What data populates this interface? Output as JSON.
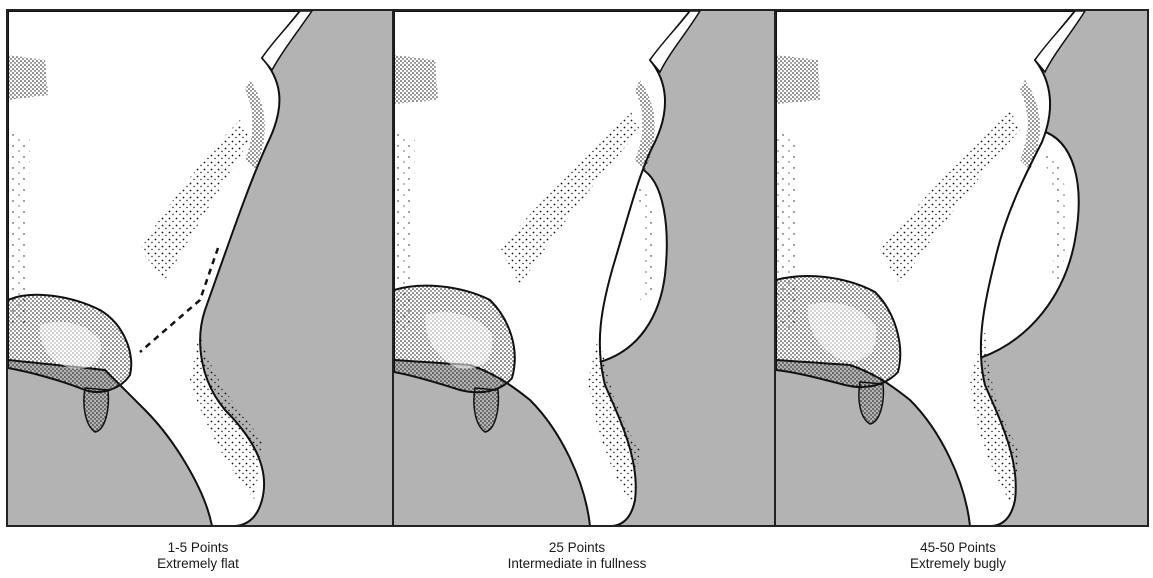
{
  "panels": [
    {
      "points": "1-5 Points",
      "description": "Extremely flat"
    },
    {
      "points": "25 Points",
      "description": "Intermediate in fullness"
    },
    {
      "points": "45-50 Points",
      "description": "Extremely bugly"
    }
  ],
  "colors": {
    "background": "#b3b3b3",
    "body": "#ffffff",
    "ink": "#111111"
  }
}
